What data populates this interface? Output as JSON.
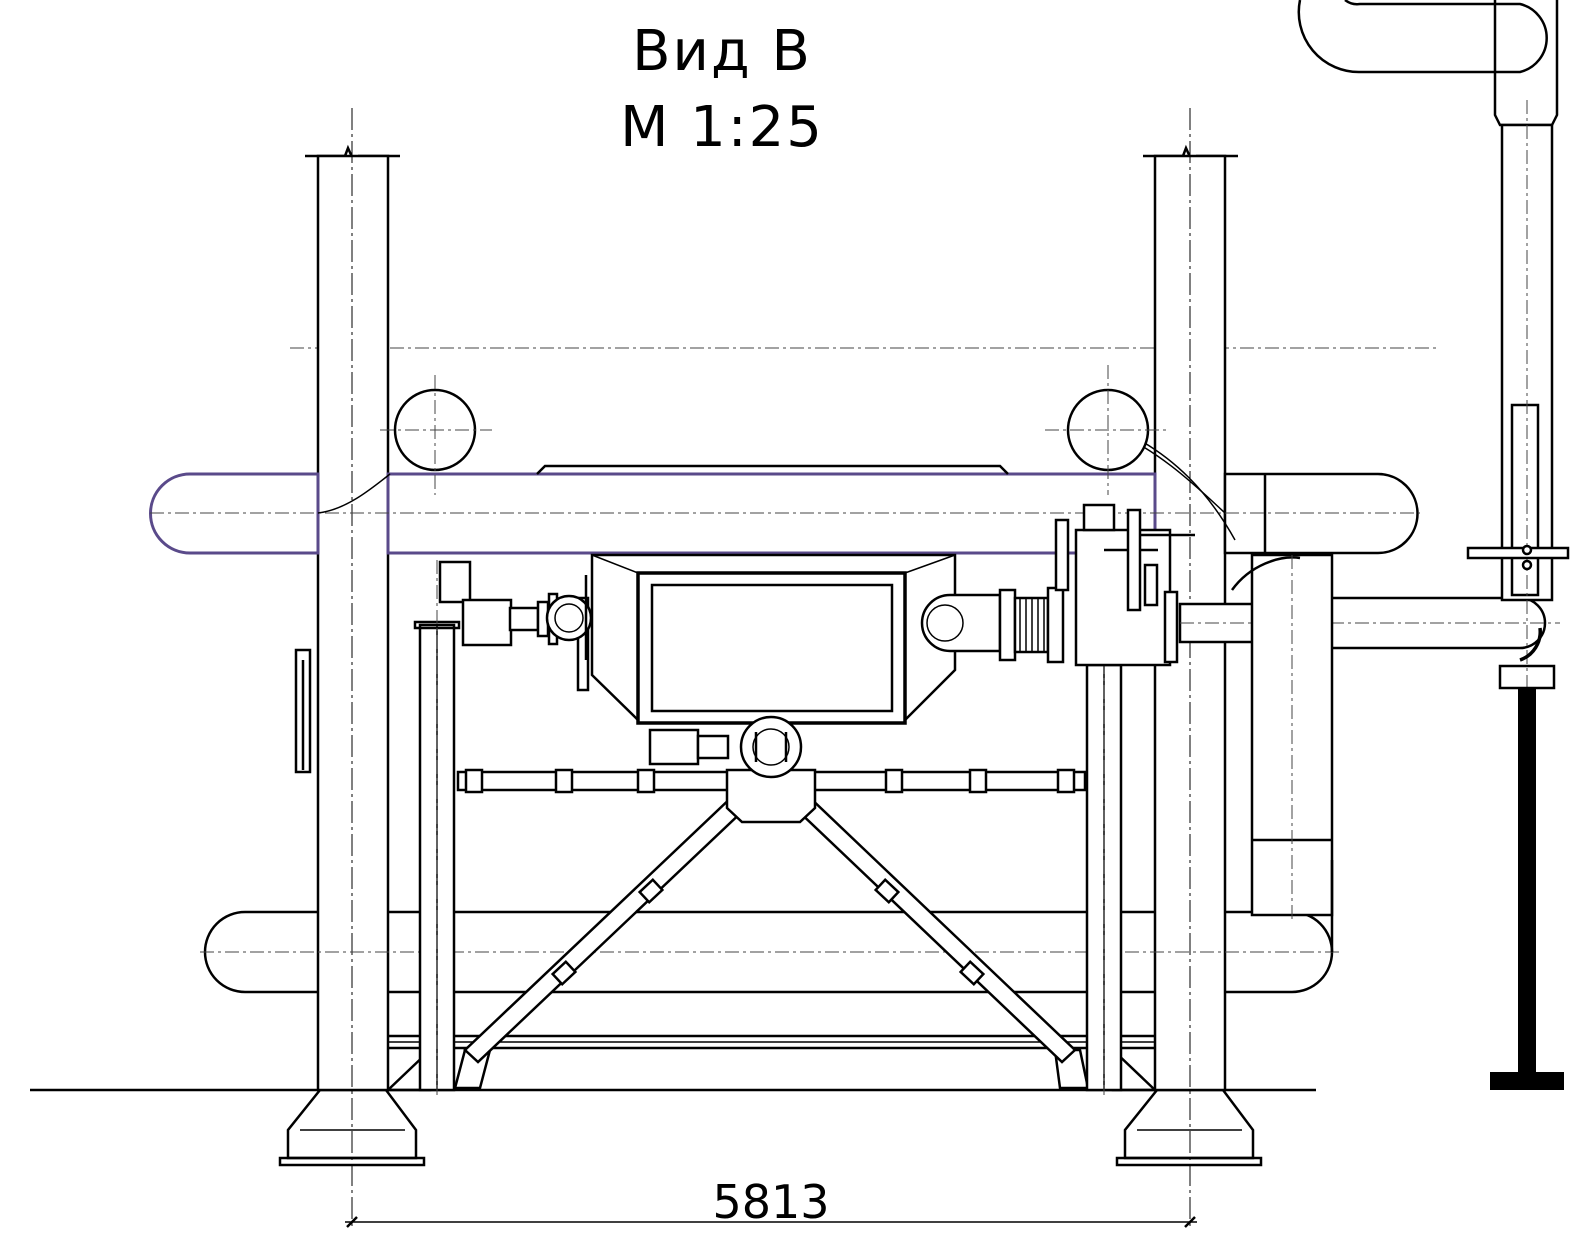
{
  "view": {
    "title": "Вид В",
    "scale": "М 1:25"
  },
  "dimension": {
    "value": "5813"
  },
  "colors": {
    "line": "#000000",
    "highlight_pipe": "#5a4a8a",
    "background": "#ffffff"
  }
}
